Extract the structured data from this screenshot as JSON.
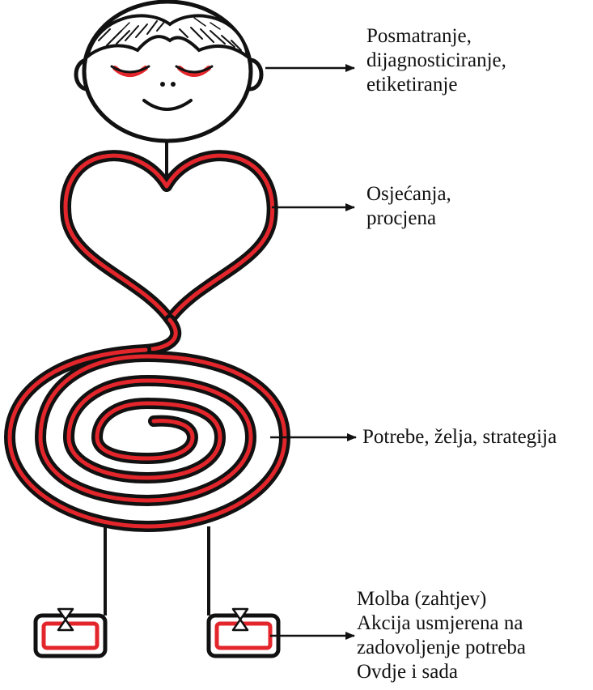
{
  "labels": {
    "head": [
      "Posmatranje,",
      "dijagnosticiranje,",
      "etiketiranje"
    ],
    "heart": [
      "Osjećanja,",
      "procjena"
    ],
    "spiral": [
      "Potrebe, želja, strategija"
    ],
    "feet": [
      "Molba (zahtjev)",
      "Akcija usmjerena na",
      "zadovoljenje potreba",
      "Ovdje i sada"
    ]
  },
  "colors": {
    "ink": "#111111",
    "accent": "#e3262b"
  }
}
